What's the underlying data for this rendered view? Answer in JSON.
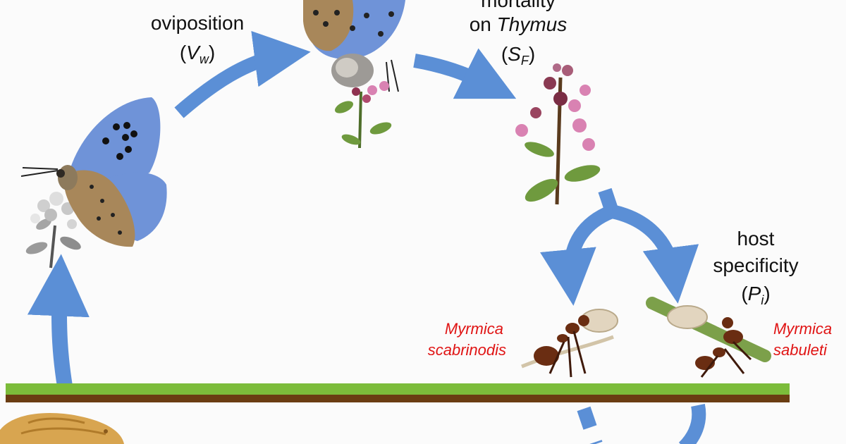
{
  "colors": {
    "arrow": "#5b8fd6",
    "ground_green": "#7cbc3a",
    "ground_brown": "#6a3d12",
    "species_label": "#e01414",
    "wing_blue": "#6f93d8",
    "wing_brown": "#a8875a",
    "flower_pink": "#d982b2",
    "leaf_green": "#6f9a3e",
    "larva": "#d8a550",
    "ant": "#6a2d12"
  },
  "icons": [
    "butterfly-open-wings-icon",
    "butterfly-laying-eggs-icon",
    "thyme-flower-icon",
    "white-flower-icon",
    "ant-carrying-larva-icon",
    "larva-icon"
  ],
  "labels": {
    "oviposition": "oviposition",
    "oviposition_symbol_open": "(",
    "oviposition_symbol_var": "V",
    "oviposition_symbol_sub": "w",
    "oviposition_symbol_close": ")",
    "mortality_line1": "mortality",
    "mortality_line2_prefix": "on ",
    "mortality_line2_italic": "Thymus",
    "mortality_symbol_open": "(",
    "mortality_symbol_var": "S",
    "mortality_symbol_sub": "F",
    "mortality_symbol_close": ")",
    "host_line1": "host",
    "host_line2": "specificity",
    "host_symbol_open": "(",
    "host_symbol_var": "P",
    "host_symbol_sub": "i",
    "host_symbol_close": ")",
    "species_left_line1": "Myrmica",
    "species_left_line2": "scabrinodis",
    "species_right_line1": "Myrmica",
    "species_right_line2": "sabuleti"
  }
}
